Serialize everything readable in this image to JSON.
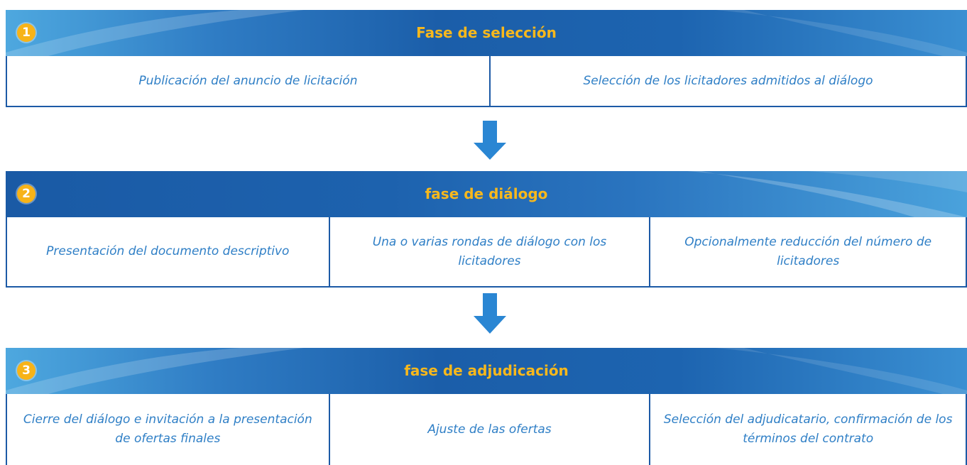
{
  "colors": {
    "banner_dark": "#1b5ea9",
    "banner_light": "#4ea8df",
    "accent_orange": "#f8b81c",
    "cell_text": "#2f7fc6",
    "border": "#1c5aa6",
    "arrow": "#2a86d3"
  },
  "phases": [
    {
      "badge": "1",
      "title": "Fase de selección",
      "steps": [
        "Publicación del anuncio de licitación",
        "Selección de los licitadores admitidos al diálogo"
      ]
    },
    {
      "badge": "2",
      "title": "fase de diálogo",
      "steps": [
        "Presentación del documento descriptivo",
        "Una o varias rondas de diálogo con los licitadores",
        "Opcionalmente reducción del número de licitadores"
      ]
    },
    {
      "badge": "3",
      "title": "fase de adjudicación",
      "steps": [
        "Cierre del diálogo e invitación a la present­ación de ofertas finales",
        "Ajuste de las ofertas",
        "Selección del adjudicatario, confirmación de los términos del contrato"
      ]
    }
  ]
}
